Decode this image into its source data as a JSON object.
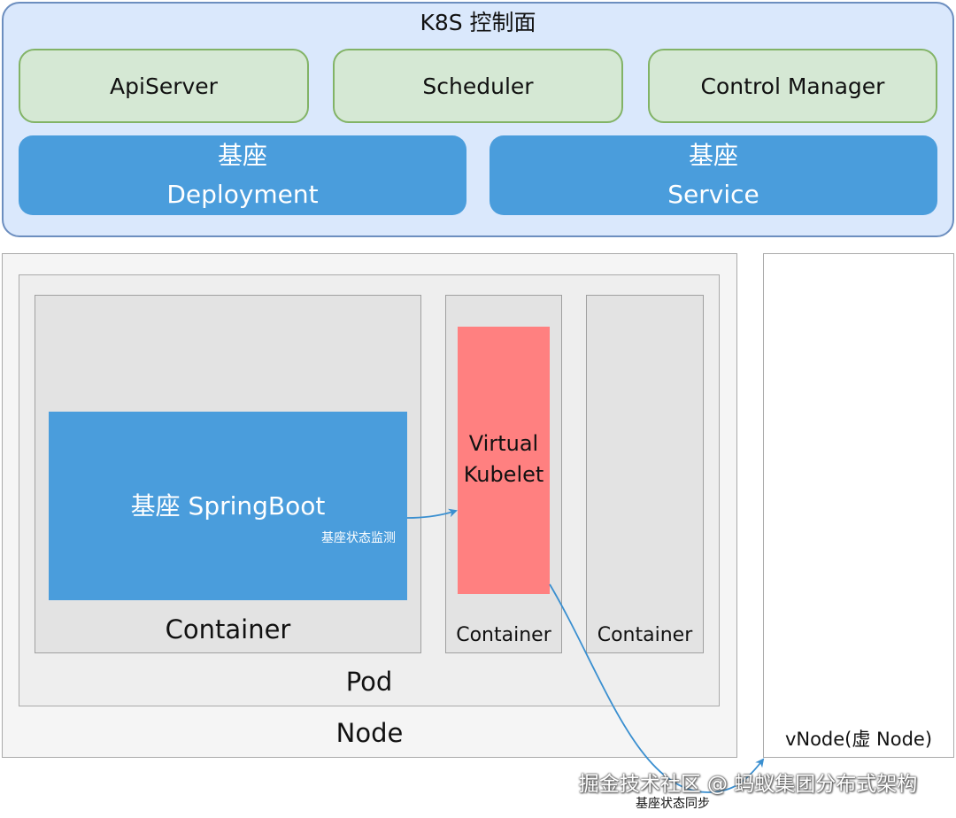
{
  "control_plane": {
    "title": "K8S 控制面",
    "components": [
      "ApiServer",
      "Scheduler",
      "Control Manager"
    ],
    "base_deployment": {
      "line1": "基座",
      "line2": "Deployment"
    },
    "base_service": {
      "line1": "基座",
      "line2": "Service"
    }
  },
  "node": {
    "label": "Node",
    "pod": {
      "label": "Pod",
      "main_container": {
        "label": "Container",
        "app": "基座 SpringBoot"
      },
      "kubelet_container": {
        "label": "Container",
        "kubelet_line1": "Virtual",
        "kubelet_line2": "Kubelet"
      },
      "third_container": {
        "label": "Container"
      }
    }
  },
  "vnode": {
    "label": "vNode(虚 Node)"
  },
  "edges": {
    "monitor": "基座状态监测",
    "sync": "基座状态同步"
  },
  "watermark": "掘金技术社区 @ 蚂蚁集团分布式架构",
  "colors": {
    "control_plane_fill": "#dae8fc",
    "control_plane_border": "#6c8ebf",
    "component_fill": "#d5e8d4",
    "component_border": "#82b366",
    "base_blue": "#4a9ddc",
    "kubelet_red": "#ff8080",
    "arrow_blue": "#3a8fd0"
  }
}
